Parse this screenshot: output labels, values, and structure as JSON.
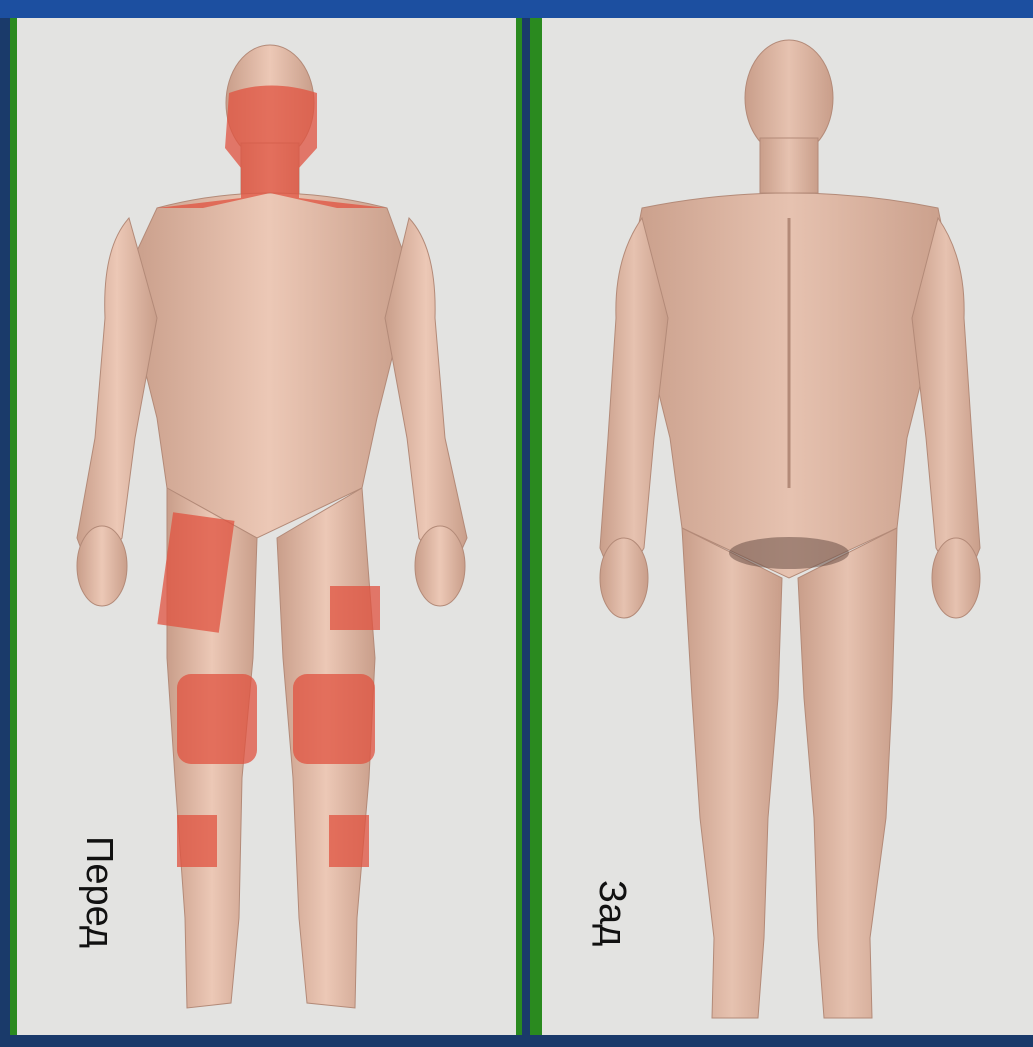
{
  "labels": {
    "front": "Перед",
    "back": "Зад"
  },
  "colors": {
    "frame": "#1a3a6a",
    "panel_border": "#2a8a1f",
    "panel_bg": "#e3e3e1",
    "skin": "#e2b9a4",
    "skin_shadow": "#c99e8a",
    "highlight": "#e0523f"
  },
  "highlighted_regions": [
    "face-neck",
    "upper-thigh-right",
    "upper-thigh-left",
    "knee-right",
    "knee-left",
    "shin-right",
    "shin-left"
  ]
}
